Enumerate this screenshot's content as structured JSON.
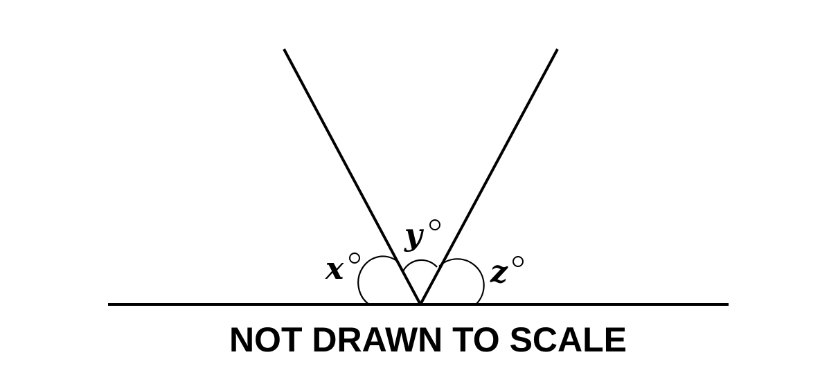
{
  "angle_labels": {
    "x": "x",
    "y": "y",
    "z": "z"
  },
  "caption": "NOT DRAWN TO SCALE",
  "colors": {
    "stroke": "#000000",
    "background": "#ffffff"
  }
}
